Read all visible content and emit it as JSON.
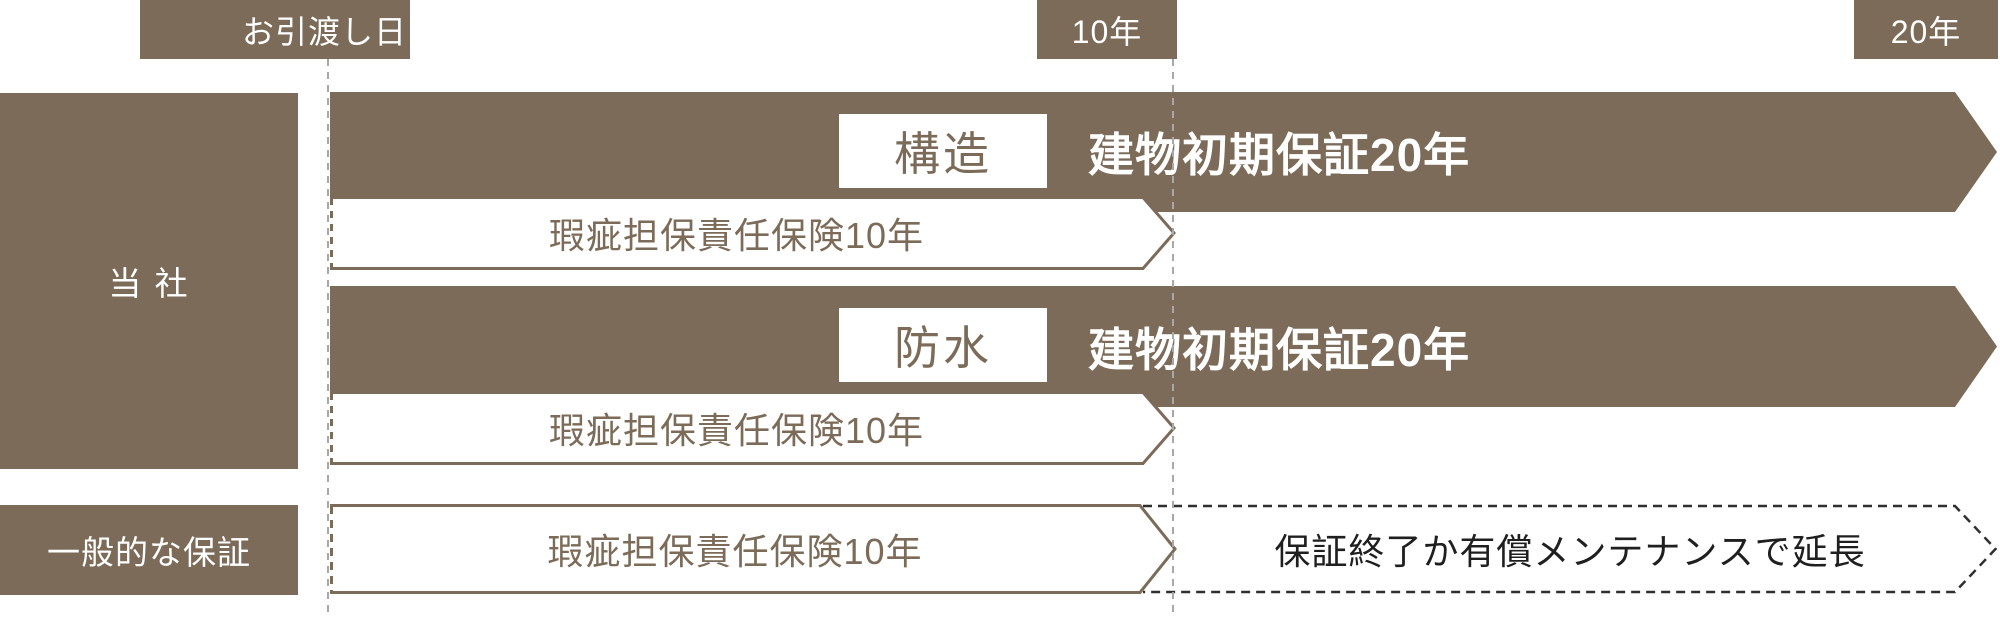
{
  "diagram_title": "warranty-timeline",
  "colors": {
    "brown": "#7b6b58",
    "white": "#ffffff",
    "gridline_gray": "#a8a8a8",
    "extension_dark": "#2f2f2f",
    "extension_text": "#1f1f1f"
  },
  "timeline": {
    "delivery": "お引渡し日",
    "ten": "10年",
    "twenty": "20年"
  },
  "sidebar": {
    "company": "当 社",
    "general": "一般的な保証"
  },
  "rows": {
    "structure": {
      "tag": "構造",
      "main": "建物初期保証20年",
      "insurance": "瑕疵担保責任保険10年"
    },
    "waterproof": {
      "tag": "防水",
      "main": "建物初期保証20年",
      "insurance": "瑕疵担保責任保険10年"
    },
    "general": {
      "insurance": "瑕疵担保責任保険10年",
      "extension": "保証終了か有償メンテナンスで延長"
    }
  }
}
